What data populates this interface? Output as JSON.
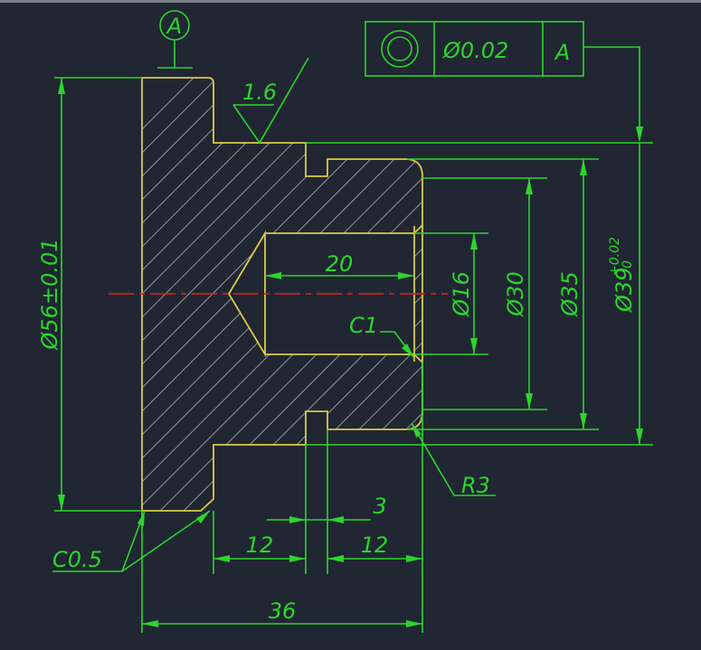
{
  "drawing": {
    "datum_label": "A",
    "roughness": "1.6",
    "feature_control_frame": {
      "symbol": "concentricity-icon",
      "tolerance": "Ø0.02",
      "datum": "A"
    },
    "dimensions": {
      "outer_diameter": "Ø56±0.01",
      "bore_depth": "20",
      "bore_diameter": "Ø16",
      "d30": "Ø30",
      "d35": "Ø35",
      "d39": "Ø39",
      "d39_upper_tol": "+0.02",
      "d39_lower_tol": "0",
      "chamfer_bore": "C1",
      "fillet": "R3",
      "groove_width": "3",
      "left_len": "12",
      "right_len": "12",
      "total_len": "36",
      "chamfer_outer": "C0.5"
    },
    "colors": {
      "dimension": "#2bd62b",
      "outline": "#d9cc45",
      "centerline": "#d02020",
      "hatch": "#8f949c",
      "background": "#212633"
    }
  }
}
